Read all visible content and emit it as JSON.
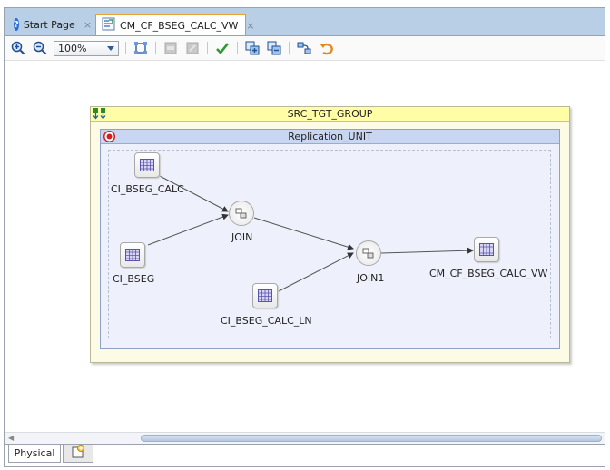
{
  "tabs": [
    {
      "label": "Start Page",
      "icon": "help-icon",
      "active": false
    },
    {
      "label": "CM_CF_BSEG_CALC_VW",
      "icon": "mapping-icon",
      "active": true
    }
  ],
  "toolbar": {
    "zoom_value": "100%",
    "icons": [
      "zoom-in-icon",
      "zoom-out-icon",
      "fit-icon",
      "disabled-icon-1",
      "disabled-icon-2",
      "validate-icon",
      "expand-icon",
      "collapse-icon",
      "layout-icon",
      "undo-icon"
    ]
  },
  "diagram": {
    "group_title": "SRC_TGT_GROUP",
    "unit_title": "Replication_UNIT",
    "nodes": {
      "ci_bseg_calc": "CI_BSEG_CALC",
      "ci_bseg": "CI_BSEG",
      "join": "JOIN",
      "ci_bseg_calc_ln": "CI_BSEG_CALC_LN",
      "join1": "JOIN1",
      "target": "CM_CF_BSEG_CALC_VW"
    }
  },
  "bottom_tabs": {
    "physical": "Physical"
  },
  "colors": {
    "tab_bar": "#b9cfe6",
    "group_header": "#fffda6",
    "unit_header": "#c9d6f2",
    "active_tab_accent": "#e8a334"
  }
}
